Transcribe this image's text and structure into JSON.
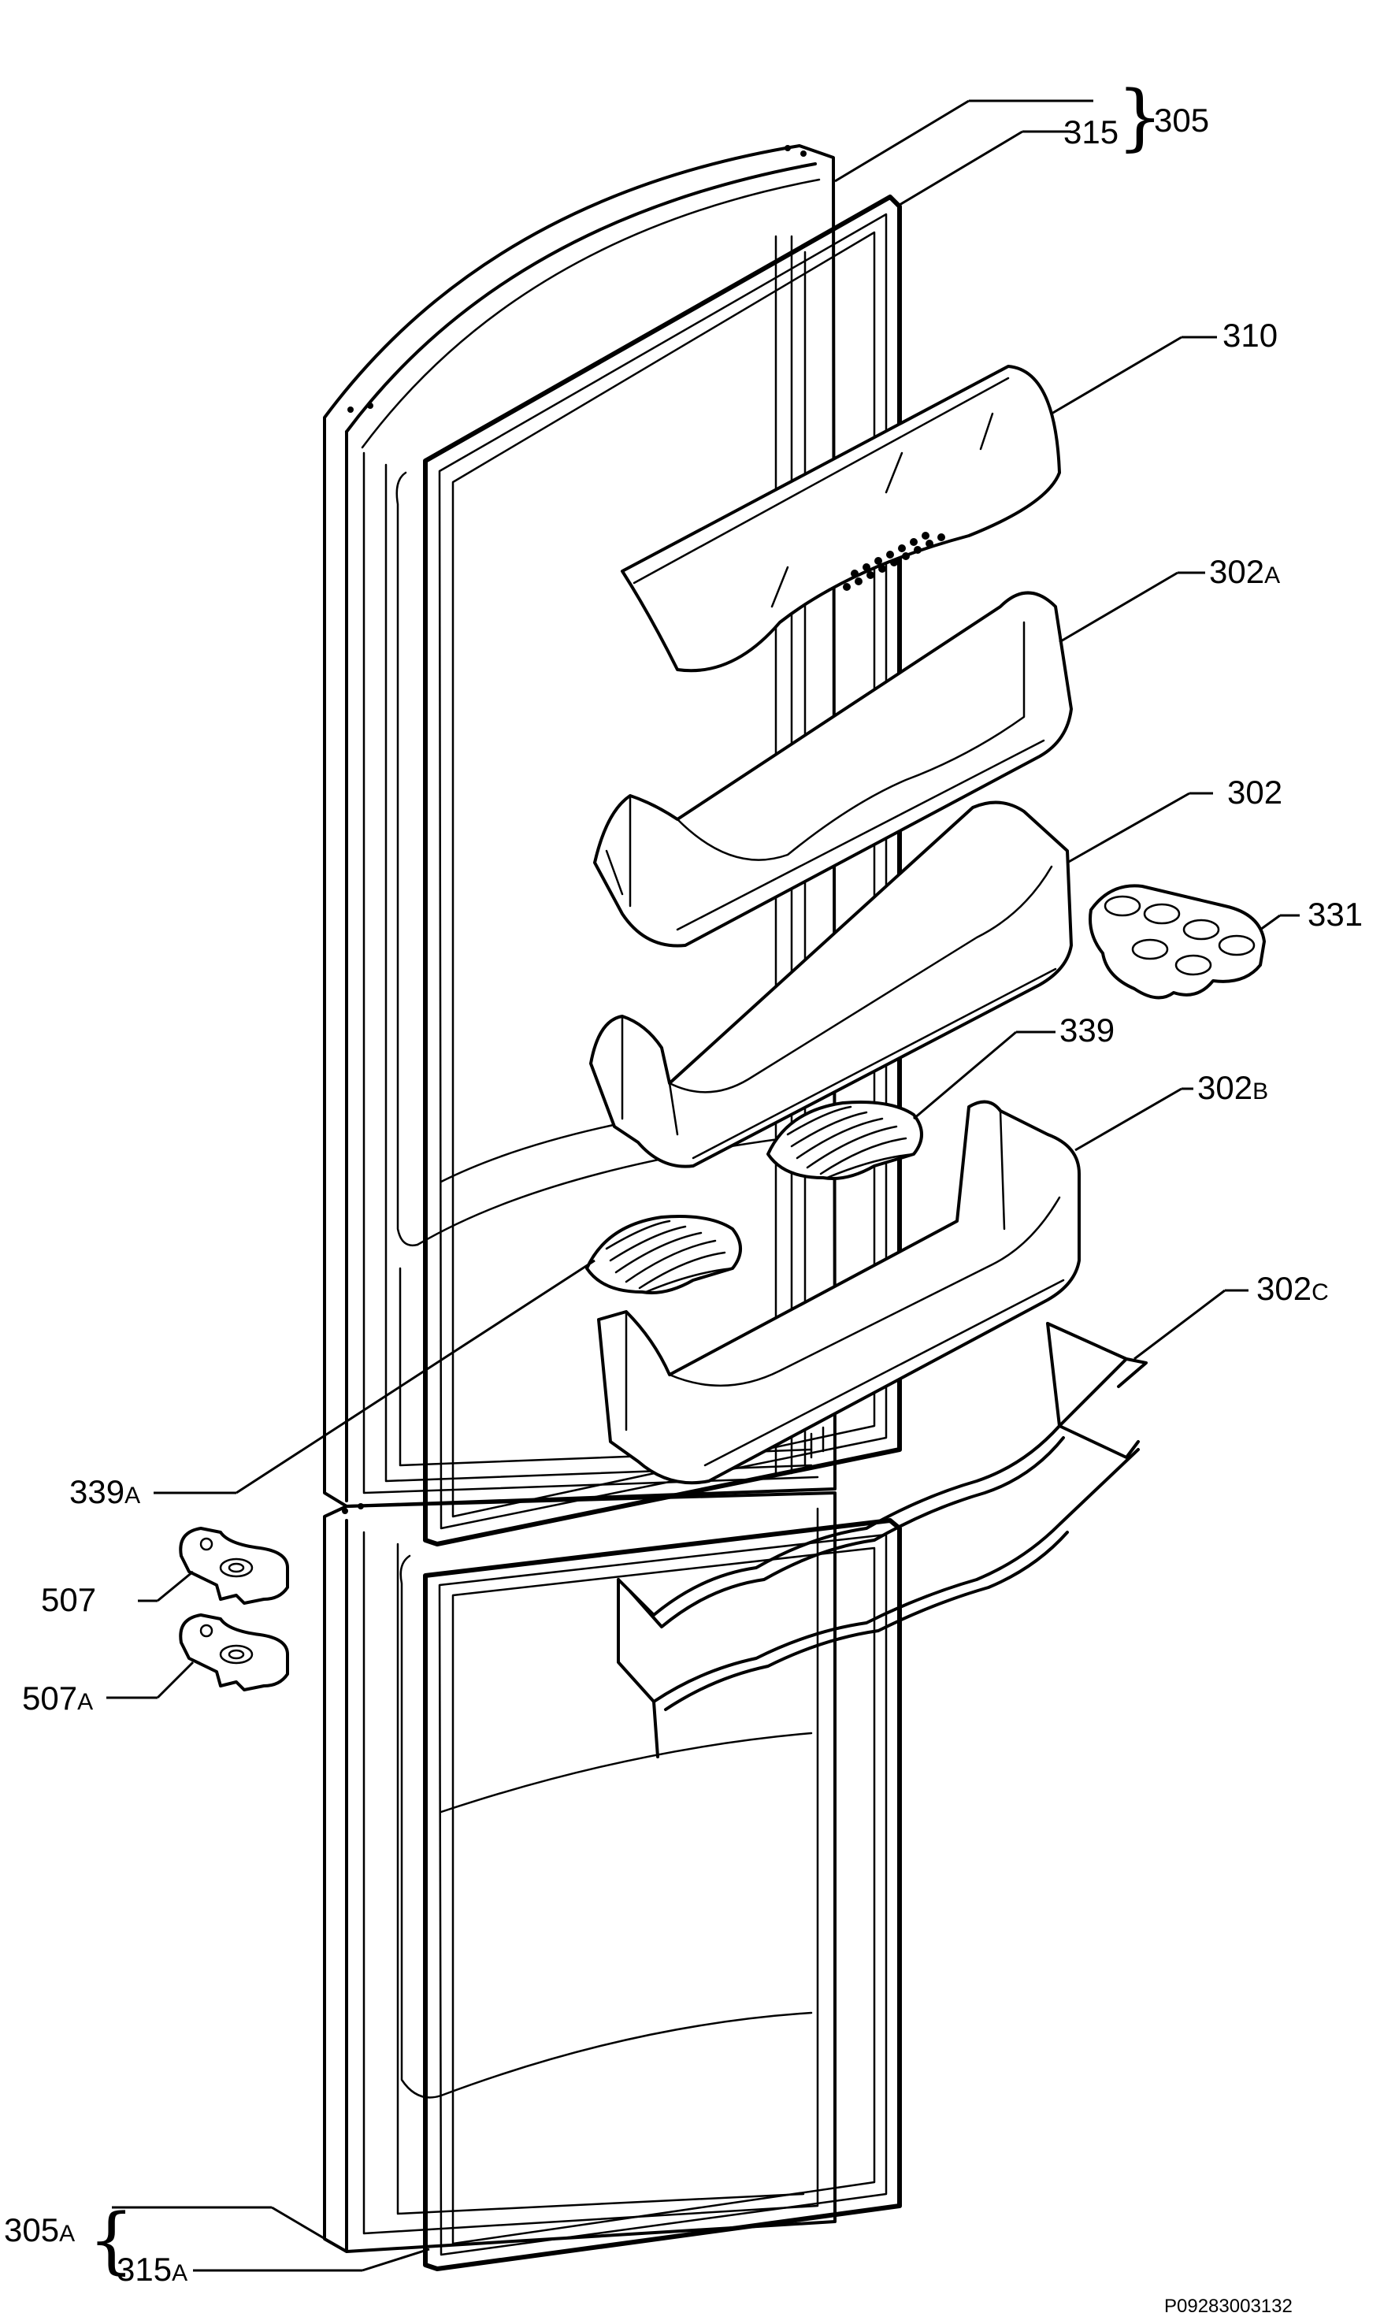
{
  "labels": {
    "l305": "305",
    "l315": "315",
    "l310": "310",
    "l302a": "302",
    "l302a_sfx": "A",
    "l302": "302",
    "l331": "331",
    "l339": "339",
    "l302b": "302",
    "l302b_sfx": "B",
    "l302c": "302",
    "l302c_sfx": "C",
    "l339a": "339",
    "l339a_sfx": "A",
    "l507": "507",
    "l507a": "507",
    "l507a_sfx": "A",
    "l305a": "305",
    "l305a_sfx": "A",
    "l315a": "315",
    "l315a_sfx": "A",
    "brace": "}",
    "brace_left": "{"
  },
  "reference_code": "P09283003132"
}
